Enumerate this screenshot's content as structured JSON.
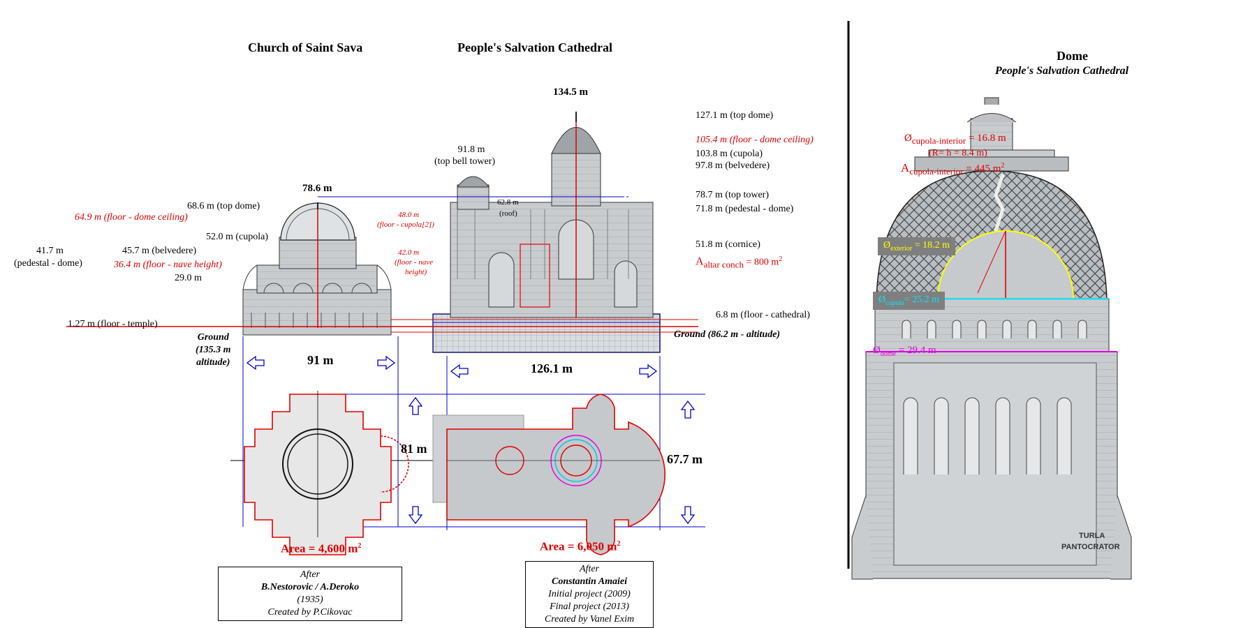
{
  "titles": {
    "saint_sava": "Church of Saint Sava",
    "cathedral": "People's Salvation Cathedral",
    "dome": "Dome",
    "dome_subtitle": "People's Salvation Cathedral"
  },
  "saint_sava": {
    "top_height": "78.6 m",
    "labels": {
      "top_dome": "68.6 m (top dome)",
      "floor_dome_ceiling": "64.9 m (floor - dome ceiling)",
      "cupola": "52.0 m (cupola)",
      "pedestal_value": "41.7 m",
      "pedestal_text": "(pedestal - dome)",
      "belvedere": "45.7 m (belvedere)",
      "nave_height": "36.4 m (floor - nave height)",
      "h29": "29.0 m",
      "floor_temple": "1.27 m (floor - temple)"
    },
    "ground": [
      "Ground",
      "(135.3 m",
      "altitude)"
    ],
    "width": "91 m",
    "depth": "81 m",
    "area_label": "Area = 4,600 m",
    "area_sup": "2",
    "credit": {
      "line1_prefix": "After ",
      "line1_authors": "B.Nestorovic / A.Deroko",
      "line1_year": " (1935)",
      "line2": "Created by P.Cikovac"
    }
  },
  "cathedral": {
    "top_height": "134.5 m",
    "labels": {
      "top_dome": "127.1 m (top dome)",
      "floor_dome_ceiling": "105.4 m (floor - dome ceiling)",
      "cupola": "103.8 m (cupola)",
      "belvedere": "97.8 m (belvedere)",
      "top_tower": "78.7 m (top tower)",
      "pedestal": "71.8 m (pedestal - dome)",
      "cornice": "51.8 m (cornice)",
      "altar_prefix": "A",
      "altar_sub": "altar conch",
      "altar_value": " = 800 m",
      "altar_sup": "2",
      "floor_cathedral": "6.8 m (floor - cathedral)",
      "bell_value": "91.8 m",
      "bell_text": "(top bell tower)",
      "roof_value": "62.8 m",
      "roof_text": "(roof)",
      "cupola2_value": "48.0 m",
      "cupola2_text": "(floor - cupola[2])",
      "nave_value": "42.0 m",
      "nave_text1": "(floor - nave",
      "nave_text2": "height)"
    },
    "ground": "Ground (86.2 m - altitude)",
    "width": "126.1 m",
    "depth": "67.7 m",
    "area_label": "Area = 6,050 m",
    "area_sup": "2",
    "credit": {
      "line1_prefix": "After ",
      "line1_author": "Constantin Amaiei",
      "line2": "Initial project (2009)",
      "line3": "Final project (2013)",
      "line4": "Created by Vanel Exim"
    }
  },
  "dome": {
    "cupola_interior": {
      "sym": "Ø",
      "sub": "cupola-interior",
      "value": " = 16.8 m",
      "radius": "(R= h = 8.4 m)",
      "area_sym": "A",
      "area_sub": "cupola-interior",
      "area_value": " = 445 m",
      "area_sup": "2"
    },
    "exterior": {
      "sym": "Ø",
      "sub": "exterior",
      "value": " = 18.2 m"
    },
    "cupola": {
      "sym": "Ø",
      "sub": "cupola",
      "value": "= 25.2 m"
    },
    "dome_dia": {
      "sym": "Ø",
      "sub": "dome",
      "value": " = 29.4 m"
    },
    "tower_inscription": [
      "TURLA",
      "PANTOCRATOR"
    ]
  },
  "colors": {
    "red": "#e00000",
    "blue": "#0000cc",
    "yellow": "#ffff00",
    "cyan": "#00e5ff",
    "magenta": "#e000e0",
    "tag_bg": "#7f7f7f"
  }
}
